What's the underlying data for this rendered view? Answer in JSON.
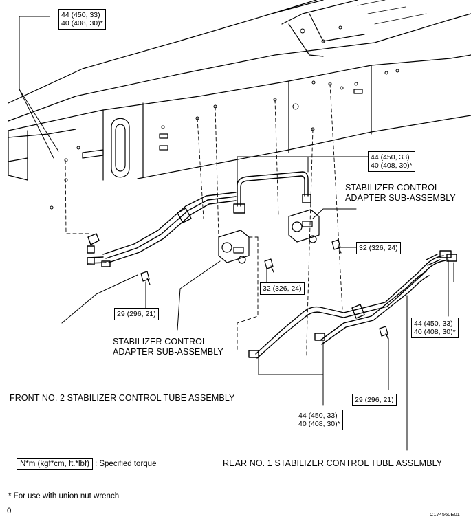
{
  "torque_labels": {
    "top_left": {
      "line1": "44 (450, 33)",
      "line2": "40 (408, 30)*"
    },
    "upper_mid": {
      "line1": "44 (450, 33)",
      "line2": "40 (408, 30)*"
    },
    "right": {
      "line1": "44 (450, 33)",
      "line2": "40 (408, 30)*"
    },
    "bottom_mid": {
      "line1": "44 (450, 33)",
      "line2": "40 (408, 30)*"
    },
    "bolt_right": "32 (326, 24)",
    "bolt_center": "32 (326, 24)",
    "bolt_left": "29 (296, 21)",
    "bolt_lower": "29 (296, 21)"
  },
  "part_labels": {
    "adapter_right_line1": "STABILIZER CONTROL",
    "adapter_right_line2": "ADAPTER SUB-ASSEMBLY",
    "adapter_left_line1": "STABILIZER CONTROL",
    "adapter_left_line2": "ADAPTER SUB-ASSEMBLY",
    "front_tube": "FRONT NO. 2 STABILIZER CONTROL TUBE ASSEMBLY",
    "rear_tube": "REAR NO. 1 STABILIZER CONTROL TUBE ASSEMBLY"
  },
  "legend": {
    "unit": "N*m (kgf*cm, ft.*lbf)",
    "text": ": Specified torque"
  },
  "footnote": "* For use with union nut wrench",
  "corner_mark": "0",
  "figure_code": "C174560E01"
}
